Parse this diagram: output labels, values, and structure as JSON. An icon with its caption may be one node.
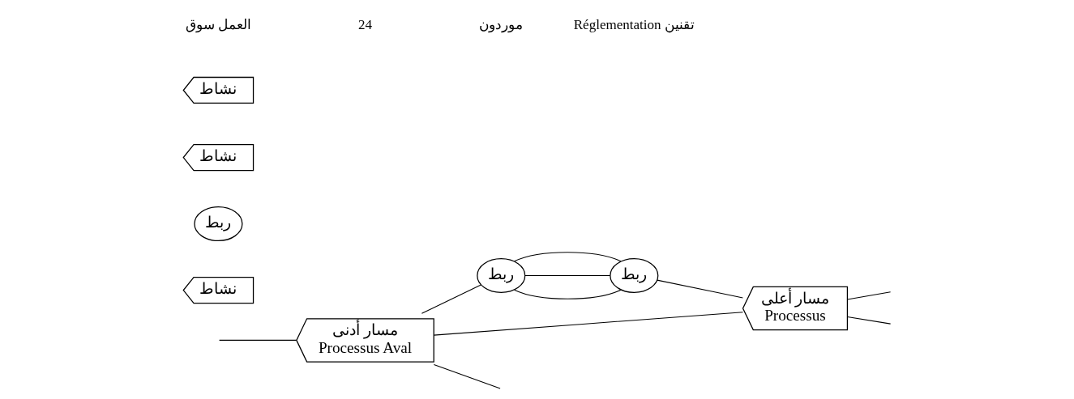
{
  "diagram": {
    "nodes": [
      {
        "text": [
          "مسار أدنى",
          "Processus Aval"
        ]
      },
      {
        "text": [
          "ربط"
        ]
      },
      {
        "text": [
          "نشاط"
        ]
      },
      {
        "text": [
          "ربط"
        ]
      },
      {
        "text": [
          "نشاط"
        ]
      },
      {
        "text": [
          "نشاط"
        ]
      },
      {
        "text": [
          "ربط"
        ]
      },
      {
        "text": [
          "مسار أعلى",
          "Processus"
        ]
      }
    ],
    "edges": [
      {
        "from": null,
        "to": 0,
        "arrow": "none"
      },
      {
        "from": 0,
        "to": 1,
        "arrow": "none"
      },
      {
        "from": 0,
        "to": 7,
        "arrow": "none"
      },
      {
        "from": 1,
        "to": 6,
        "arrow": "none"
      },
      {
        "from": 1,
        "to": 6,
        "arrow": "none"
      },
      {
        "from": 1,
        "to": 6,
        "arrow": "none"
      },
      {
        "from": 6,
        "to": 7,
        "arrow": "none"
      },
      {
        "from": 0,
        "to": null,
        "arrow": "none"
      },
      {
        "from": 7,
        "to": null,
        "arrow": "none"
      },
      {
        "from": 7,
        "to": null,
        "arrow": "none"
      }
    ],
    "labels": [
      "العمل سوق",
      "24",
      "موردون",
      "Réglementation تقنين"
    ]
  }
}
